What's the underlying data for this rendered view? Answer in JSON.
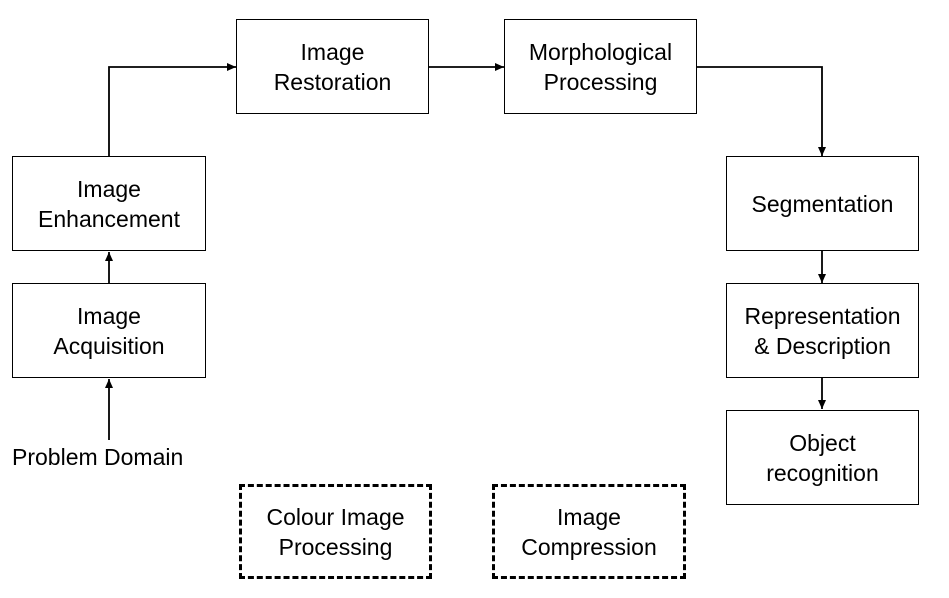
{
  "diagram": {
    "nodes": {
      "restoration": [
        "Image",
        "Restoration"
      ],
      "morphological": [
        "Morphological",
        "Processing"
      ],
      "enhancement": [
        "Image",
        "Enhancement"
      ],
      "acquisition": [
        "Image",
        "Acquisition"
      ],
      "segmentation": [
        "Segmentation"
      ],
      "representation": [
        "Representation",
        "& Description"
      ],
      "object_recognition": [
        "Object",
        "recognition"
      ],
      "colour": [
        "Colour Image",
        "Processing"
      ],
      "compression": [
        "Image",
        "Compression"
      ]
    },
    "problem_domain": "Problem Domain"
  }
}
